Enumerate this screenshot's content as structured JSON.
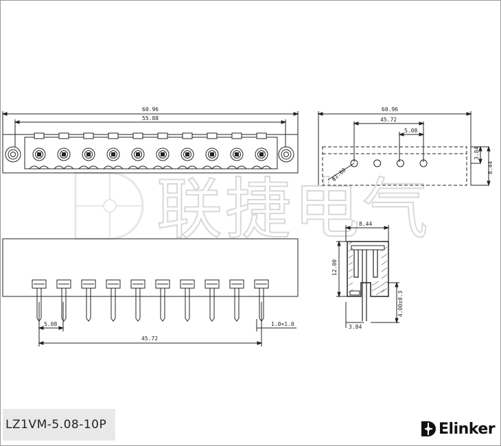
{
  "part_number": "LZ1VM-5.08-10P",
  "brand": "Elinker",
  "watermark": "联捷电气",
  "dims": {
    "front_overall": "60.96",
    "front_span": "55.88",
    "side_overall": "60.96",
    "side_span": "45.72",
    "side_pitch": "5.08",
    "side_h1": "3.84",
    "side_h2": "8.44",
    "side_hole": "ф1.60",
    "bottom_pitch": "5.08",
    "bottom_span": "45.72",
    "bottom_pin": "1.0×1.0",
    "profile_width": "8.44",
    "profile_height": "12.00",
    "profile_pin": "4.00±0.3",
    "profile_offset": "3.84"
  },
  "pin_count": 10
}
